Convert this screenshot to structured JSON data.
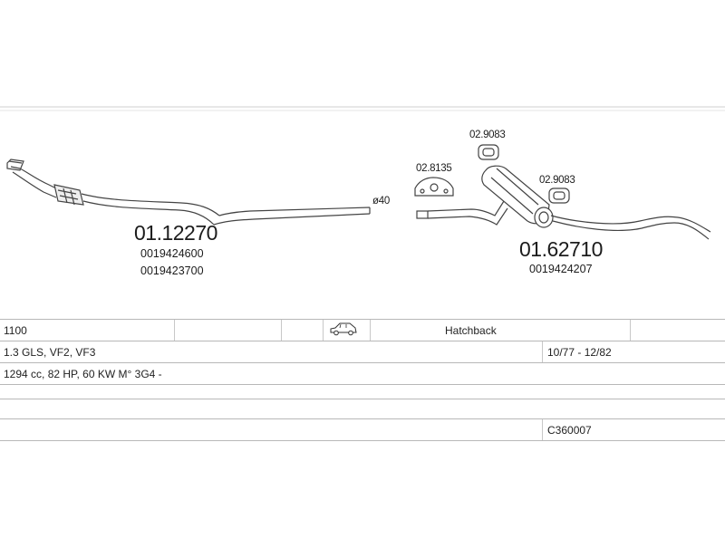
{
  "diagram": {
    "front_pipe": {
      "part_number": "01.12270",
      "oem_numbers": [
        "0019424600",
        "0019423700"
      ]
    },
    "pipe_diameter": "ø40",
    "rear_silencer": {
      "part_number": "01.62710",
      "oem_numbers": [
        "0019424207"
      ]
    },
    "hanger_left": "02.8135",
    "hanger_top": "02.9083",
    "hanger_right": "02.9083"
  },
  "vehicle_table": {
    "model": "1100",
    "body_type": "Hatchback",
    "body_icon": "car-hatchback-icon",
    "variant": "1.3 GLS, VF2, VF3",
    "production_years": "10/77 - 12/82",
    "engine": "1294 cc, 82 HP, 60 KW M° 3G4 -",
    "catalog_code": "C360007"
  }
}
